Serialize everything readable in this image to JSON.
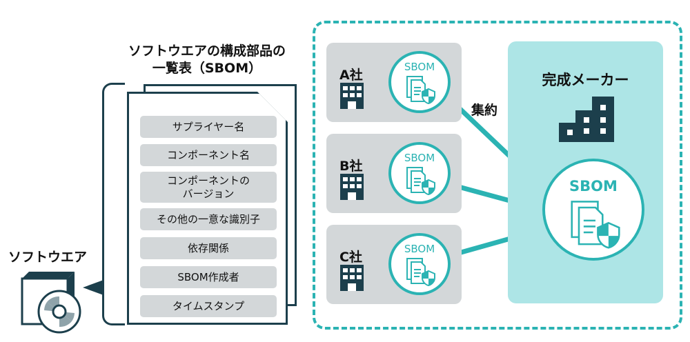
{
  "diagram": {
    "sbom_list": {
      "title_line1": "ソフトウエアの構成部品の",
      "title_line2": "一覧表（SBOM）",
      "fields": [
        {
          "label": "サプライヤー名"
        },
        {
          "label": "コンポーネント名"
        },
        {
          "label_line1": "コンポーネントの",
          "label_line2": "バージョン"
        },
        {
          "label": "その他の一意な識別子"
        },
        {
          "label": "依存関係"
        },
        {
          "label": "SBOM作成者"
        },
        {
          "label": "タイムスタンプ"
        }
      ]
    },
    "software": {
      "label": "ソフトウエア",
      "icon": "software-box-with-disc-icon"
    },
    "suppliers": [
      {
        "name": "A社",
        "sbom_label": "SBOM",
        "icon": "building-icon"
      },
      {
        "name": "B社",
        "sbom_label": "SBOM",
        "icon": "building-icon"
      },
      {
        "name": "C社",
        "sbom_label": "SBOM",
        "icon": "building-icon"
      }
    ],
    "aggregate_label": "集約",
    "maker": {
      "title": "完成メーカー",
      "icon": "stepped-building-icon",
      "sbom_label": "SBOM"
    },
    "colors": {
      "dark_navy": "#1c3f4c",
      "teal": "#2bb3b3",
      "light_teal_bg": "#ade5e6",
      "gray_box": "#d3d7d9"
    }
  }
}
